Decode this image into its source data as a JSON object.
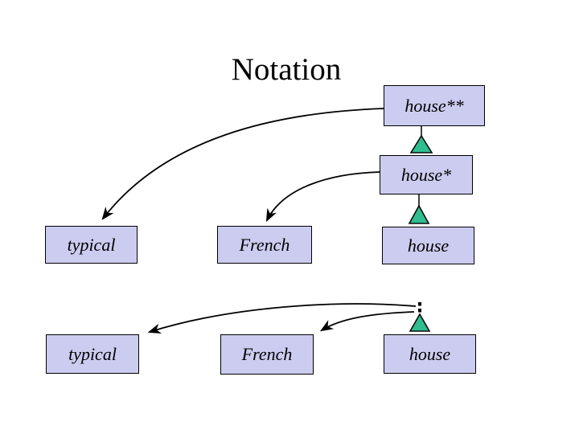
{
  "slide": {
    "title": "Notation",
    "colors": {
      "box_fill": "#ccccf0",
      "box_border": "#000000",
      "triangle_fill": "#30bd90",
      "line_color": "#000000"
    },
    "nodes": [
      {
        "id": "house-double-star",
        "label": "house**"
      },
      {
        "id": "house-star",
        "label": "house*"
      },
      {
        "id": "typical-top",
        "label": "typical"
      },
      {
        "id": "french-top",
        "label": "French"
      },
      {
        "id": "house-top",
        "label": "house"
      },
      {
        "id": "typical-bottom",
        "label": "typical"
      },
      {
        "id": "french-bottom",
        "label": "French"
      },
      {
        "id": "house-bottom",
        "label": "house"
      }
    ]
  }
}
